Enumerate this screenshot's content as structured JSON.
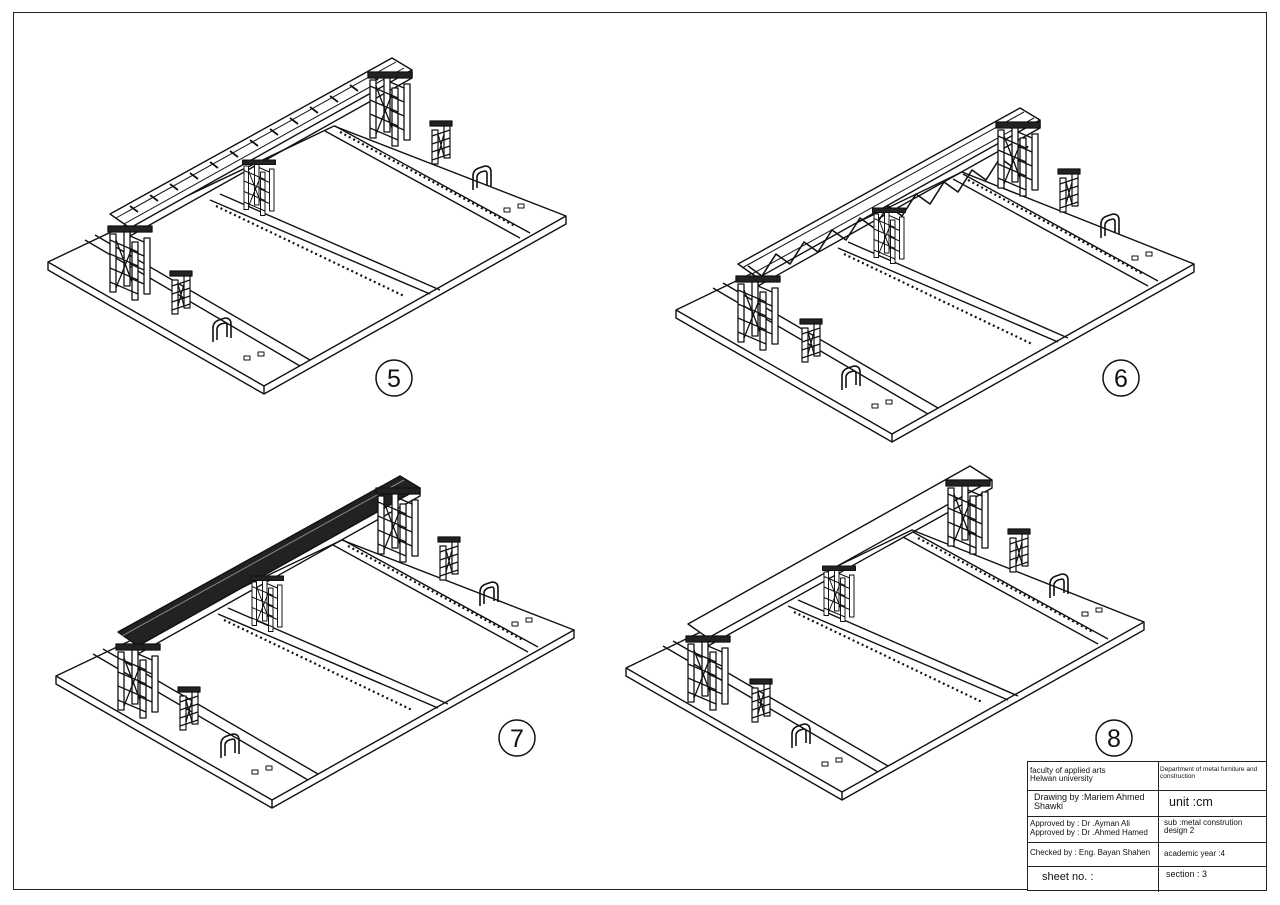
{
  "views": [
    {
      "number": "5",
      "deck": "ladder"
    },
    {
      "number": "6",
      "deck": "truss"
    },
    {
      "number": "7",
      "deck": "grating"
    },
    {
      "number": "8",
      "deck": "covered"
    }
  ],
  "title_block": {
    "faculty": "faculty of applied arts\nHelwan university",
    "department": "Department of metal furniture and construction",
    "drawing_by": "Drawing by :Mariem Ahmed\nShawki",
    "unit": "unit :cm",
    "approved_by_1": "Approved by : Dr .Ayman Ali",
    "approved_by_2": "Approved by : Dr .Ahmed Hamed",
    "subject": "sub :metal constrution\ndesign 2",
    "checked_by": "Checked by : Eng. Bayan Shahen",
    "academic_year": "academic year :4",
    "sheet_no": "sheet no. :",
    "section": "section : 3"
  }
}
